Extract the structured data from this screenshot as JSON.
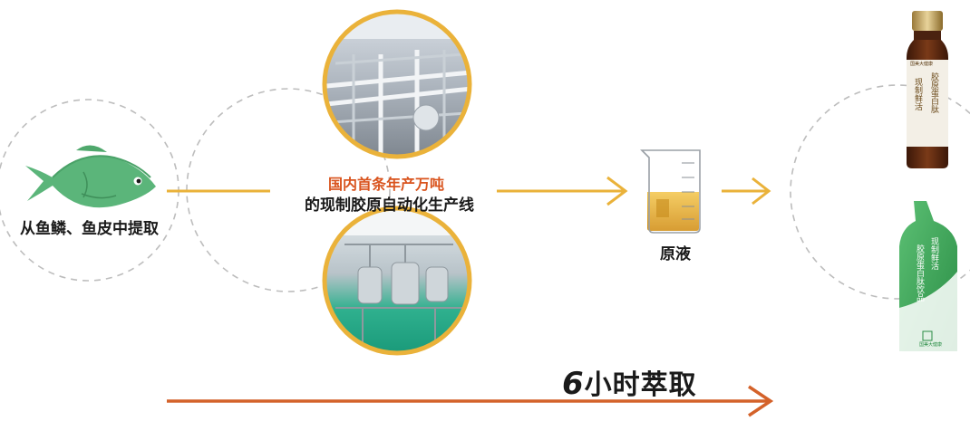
{
  "source": {
    "label": "从鱼鳞、鱼皮中提取"
  },
  "process": {
    "line_title": "国内首条年产万吨",
    "line_desc": "的现制胶原自动化生产线"
  },
  "liquid": {
    "label": "原液"
  },
  "timeline": {
    "number": "6",
    "label": "小时萃取"
  },
  "products": {
    "bottle": {
      "brand": "国美大健康",
      "name_vertical": "胶原蛋白肽",
      "tag_vertical": "现制鲜活"
    },
    "pouch": {
      "name_vertical": "胶原蛋白肽饮品",
      "tag_vertical": "现制鲜活",
      "brand": "国美大健康"
    }
  },
  "colors": {
    "arrow_orange": "#eab23a",
    "timeline_arrow": "#d4622a",
    "fish_green": "#5bb57a",
    "highlight_text": "#d9541e",
    "dashed_circle": "#bdbdbd",
    "pouch_green": "#3fa65a",
    "bottle_brown": "#5a2a14",
    "liquid_amber": "#e3a21a"
  }
}
